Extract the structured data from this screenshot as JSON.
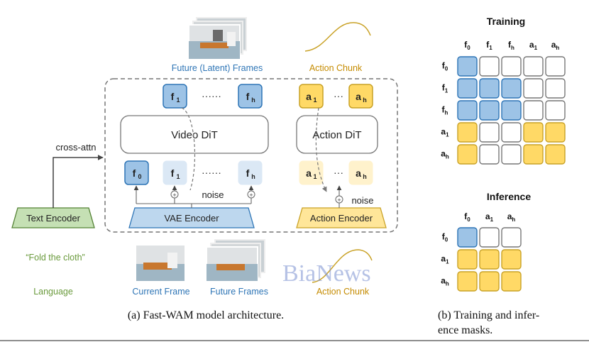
{
  "architecture": {
    "future_latent_frames_label": "Future (Latent) Frames",
    "action_chunk_top_label": "Action Chunk",
    "video_dit_label": "Video DiT",
    "action_dit_label": "Action DiT",
    "cross_attn_label": "cross-attn",
    "text_encoder_label": "Text Encoder",
    "vae_encoder_label": "VAE Encoder",
    "action_encoder_label": "Action Encoder",
    "noise_label_video": "noise",
    "noise_label_action": "noise",
    "prompt_text": "“Fold the cloth”",
    "language_label": "Language",
    "current_frame_label": "Current Frame",
    "future_frames_label": "Future Frames",
    "action_chunk_bottom_label": "Action Chunk",
    "ellipsis_video_top": "······",
    "ellipsis_video_bottom": "······",
    "ellipsis_action": "···",
    "caption": "(a) Fast-WAM model architecture."
  },
  "tokens": {
    "f0": "f0",
    "f1": "f1",
    "fh": "fh",
    "a1": "a1",
    "ah": "ah"
  },
  "watermark": "BiaNews",
  "masks": {
    "training_title": "Training",
    "training_cols": [
      "f0",
      "f1",
      "fh",
      "a1",
      "ah"
    ],
    "training_rows": [
      "f0",
      "f1",
      "fh",
      "a1",
      "ah"
    ],
    "training_grid": [
      [
        "blue",
        "empty",
        "empty",
        "empty",
        "empty"
      ],
      [
        "blue",
        "blue",
        "blue",
        "empty",
        "empty"
      ],
      [
        "blue",
        "blue",
        "blue",
        "empty",
        "empty"
      ],
      [
        "yellow",
        "empty",
        "empty",
        "yellow",
        "yellow"
      ],
      [
        "yellow",
        "empty",
        "empty",
        "yellow",
        "yellow"
      ]
    ],
    "inference_title": "Inference",
    "inference_cols": [
      "f0",
      "a1",
      "ah"
    ],
    "inference_rows": [
      "f0",
      "a1",
      "ah"
    ],
    "inference_grid": [
      [
        "blue",
        "empty",
        "empty"
      ],
      [
        "yellow",
        "yellow",
        "yellow"
      ],
      [
        "yellow",
        "yellow",
        "yellow"
      ]
    ],
    "caption_line1": "(b) Training and infer-",
    "caption_line2": "ence masks."
  },
  "colors": {
    "blue_fill": "#9dc3e6",
    "blue_stroke": "#2e75b6",
    "light_blue_fill": "#dbe8f5",
    "yellow_fill": "#ffd966",
    "yellow_stroke": "#c9a227",
    "light_yellow_fill": "#fff2cc",
    "green_fill": "#c5e0b4",
    "green_stroke": "#548235",
    "green_text": "#6a9a3c",
    "blue_text": "#2e75b6",
    "orange_text": "#c58b00"
  }
}
